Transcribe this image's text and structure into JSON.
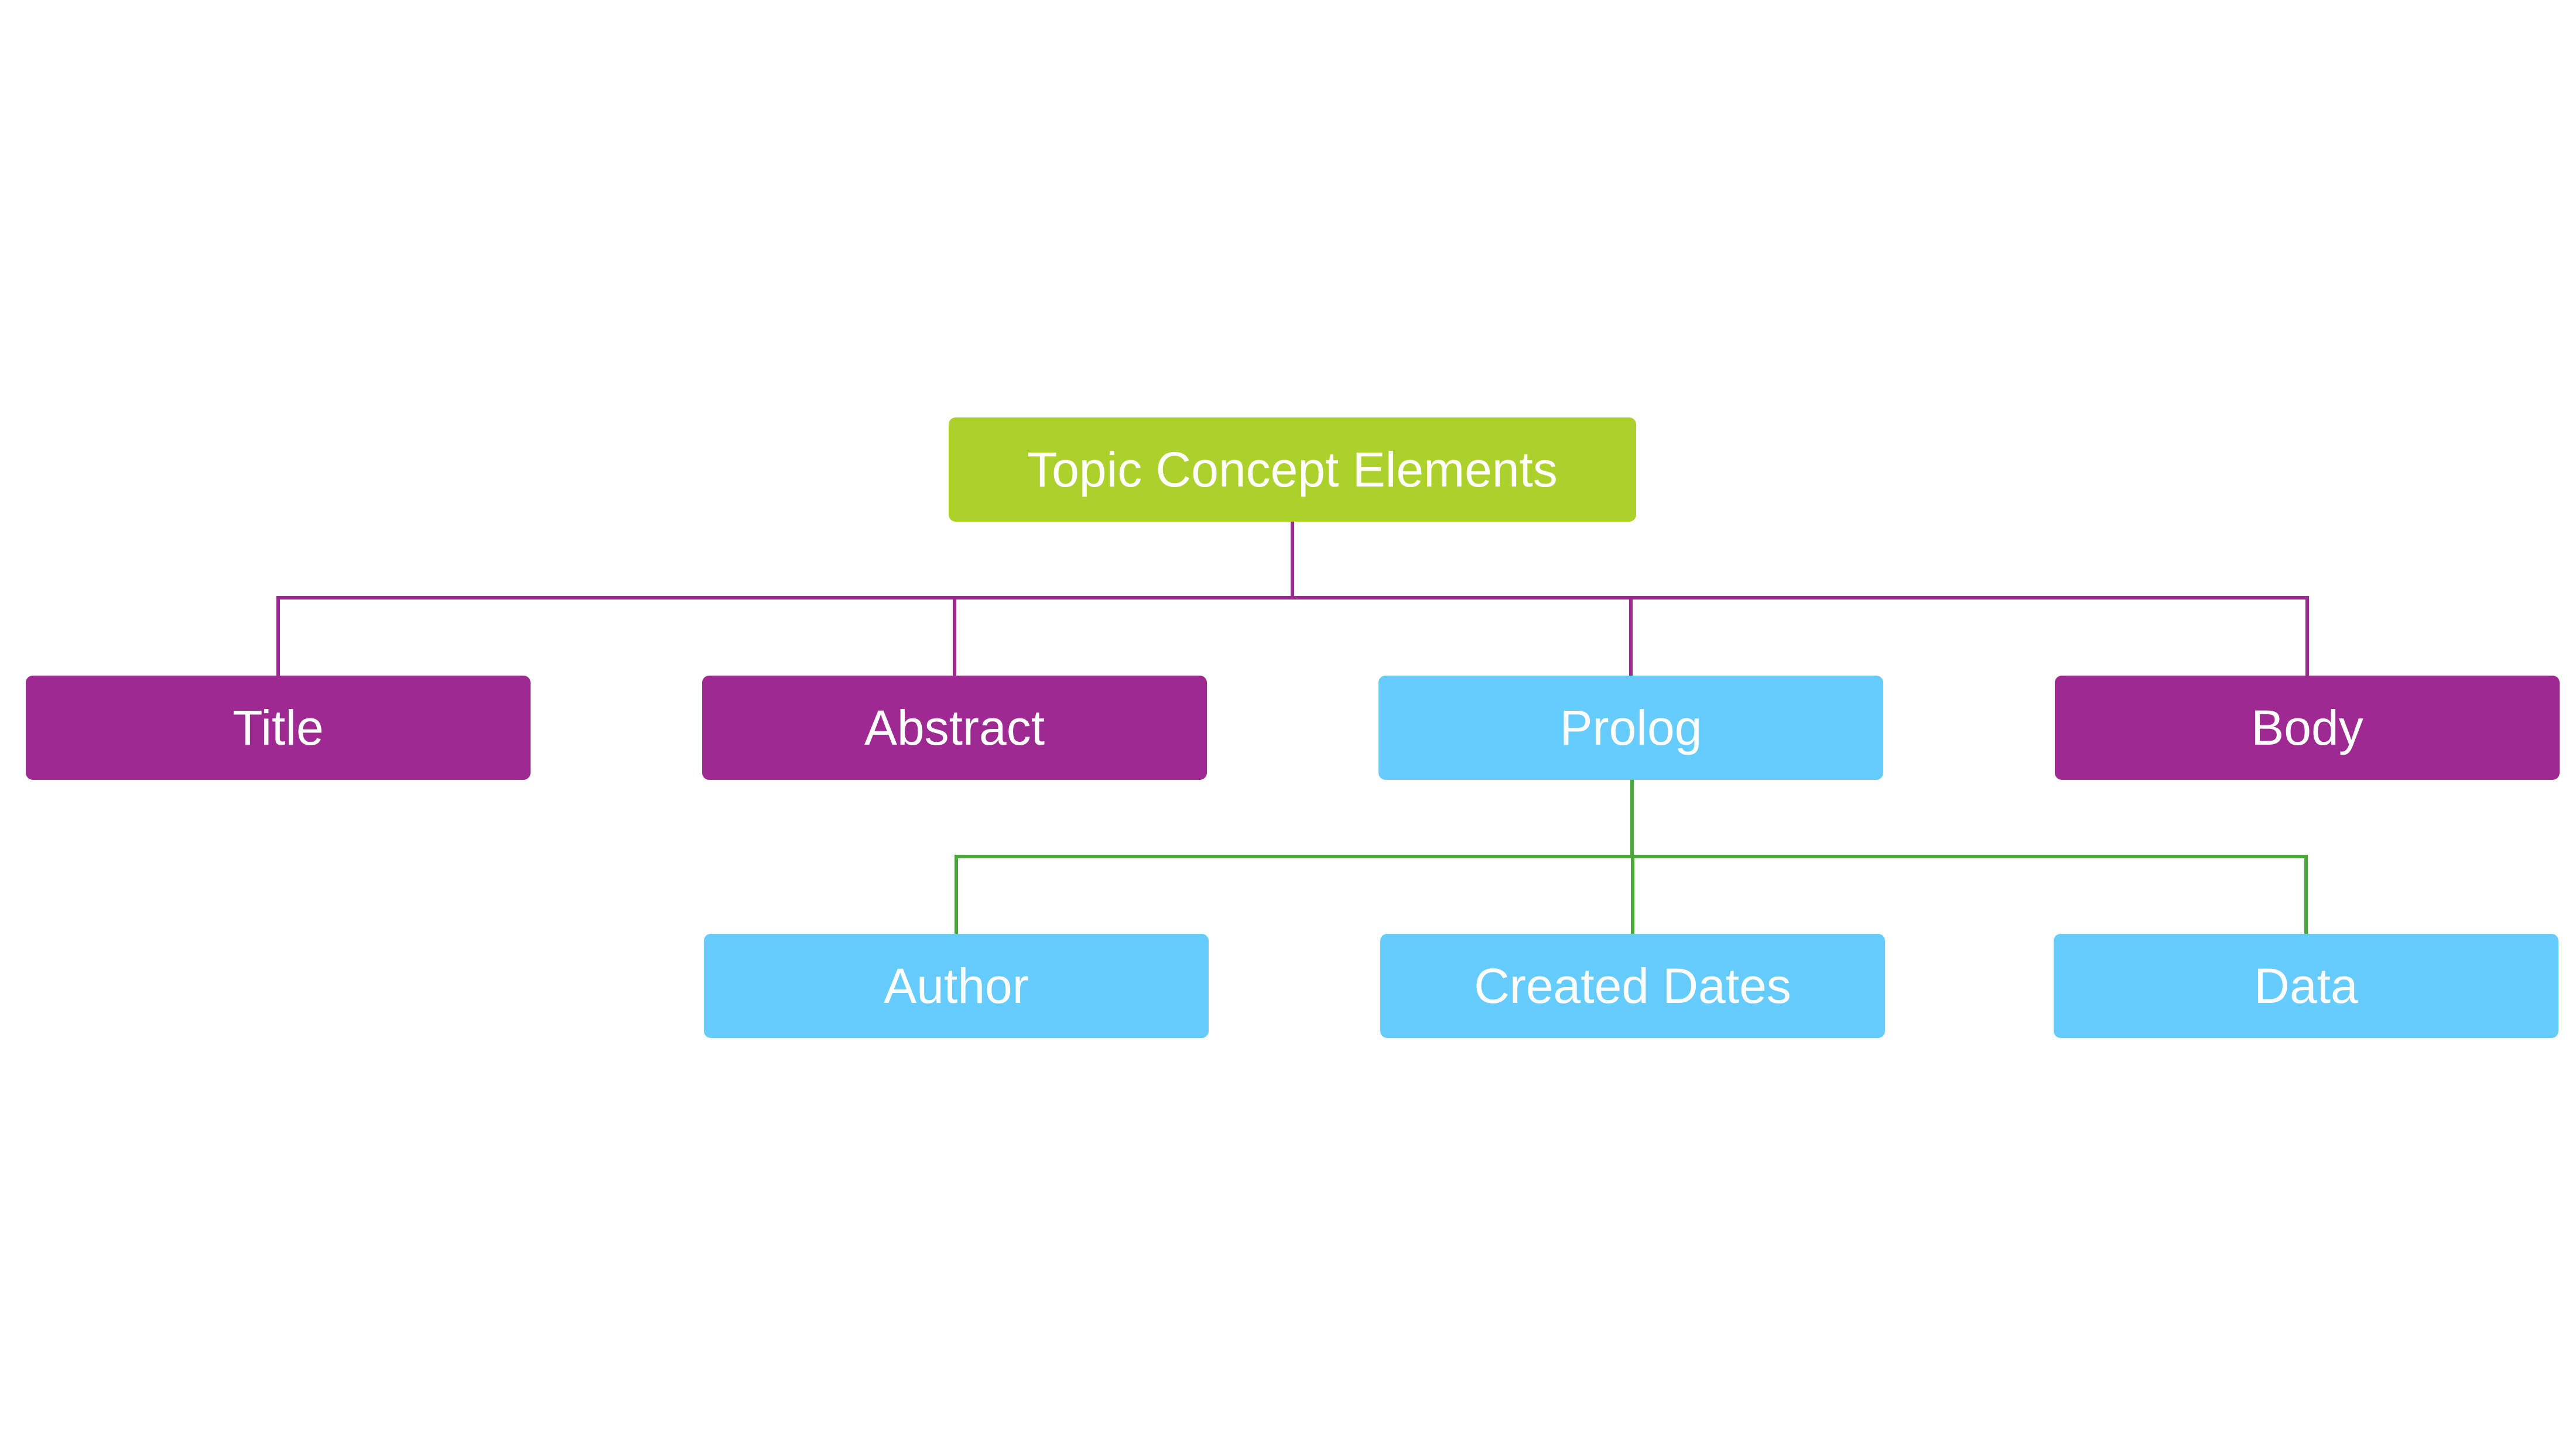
{
  "colors": {
    "root_fill": "#acd12a",
    "category_fill": "#9e2a91",
    "prolog_fill": "#66cbfd",
    "level1_connector": "#9e2a91",
    "level2_connector": "#4aa83a",
    "text": "#ffffff"
  },
  "root": {
    "label": "Topic Concept Elements"
  },
  "level1": [
    {
      "label": "Title"
    },
    {
      "label": "Abstract"
    },
    {
      "label": "Prolog"
    },
    {
      "label": "Body"
    }
  ],
  "level2": [
    {
      "label": "Author"
    },
    {
      "label": "Created Dates"
    },
    {
      "label": "Data"
    }
  ]
}
